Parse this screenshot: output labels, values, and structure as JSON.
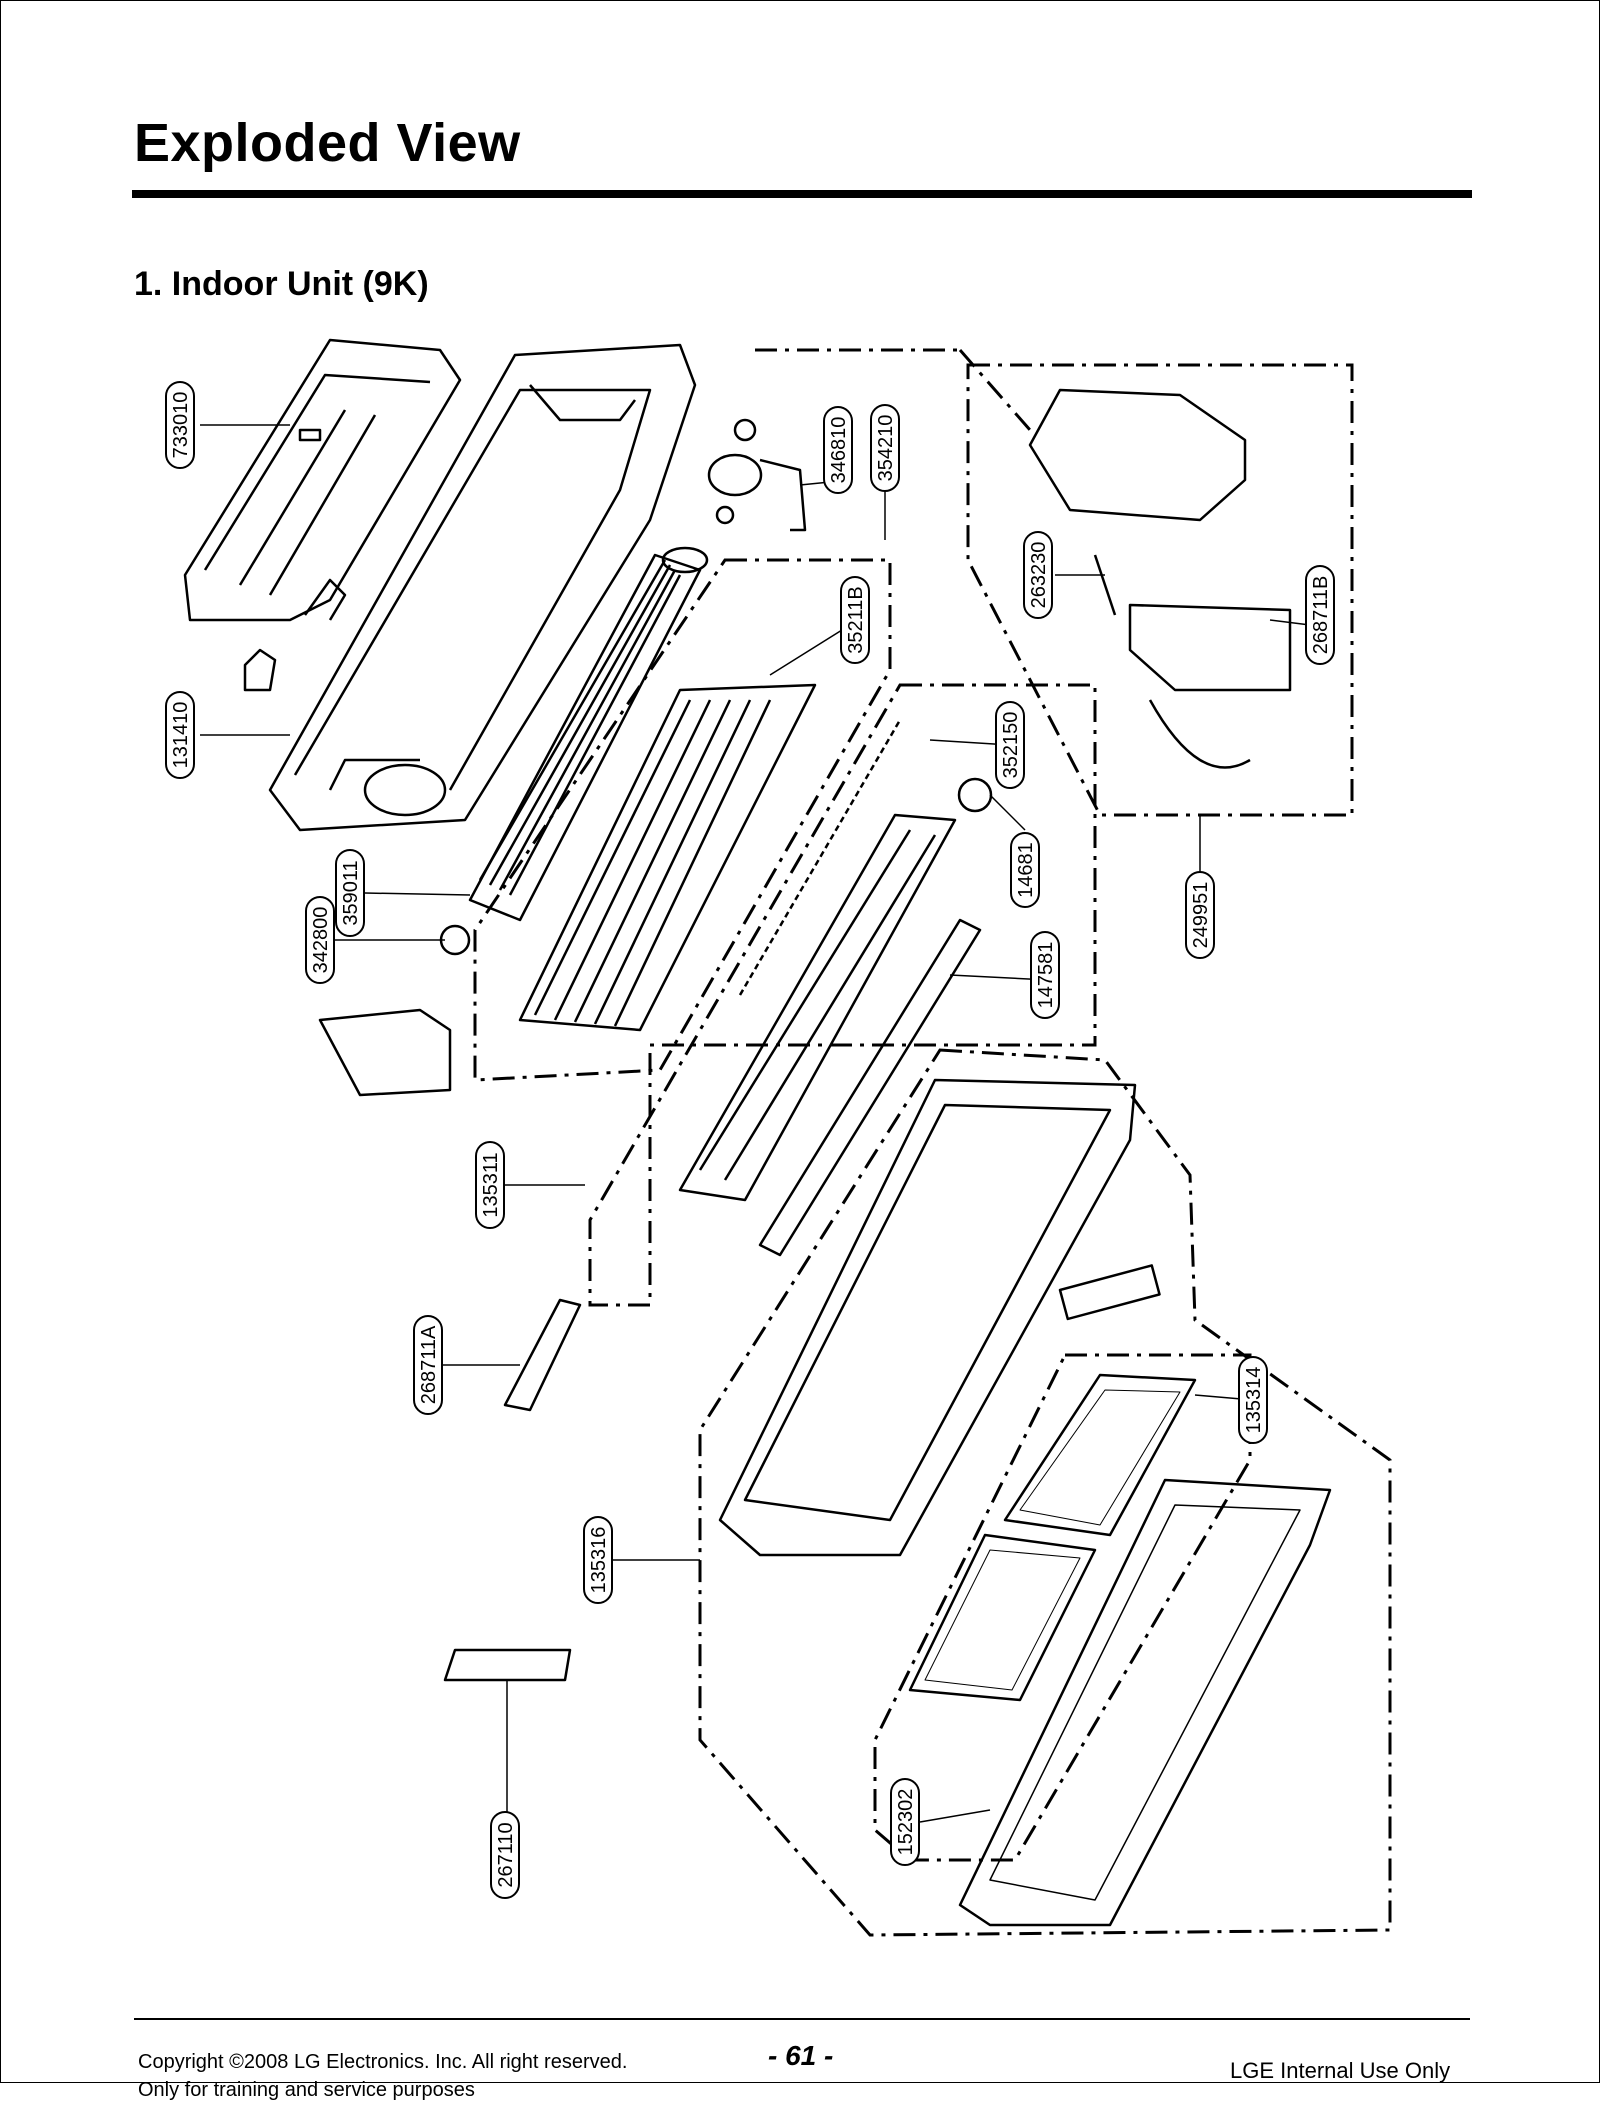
{
  "title": "Exploded View",
  "section": "1. Indoor Unit (9K)",
  "parts": [
    "733010",
    "131410",
    "359011",
    "342800",
    "346810",
    "354210",
    "35211B",
    "352150",
    "14681",
    "147581",
    "135311",
    "268711A",
    "135316",
    "267110",
    "135314",
    "152302",
    "249951",
    "263230",
    "268711B"
  ],
  "footer": {
    "copyright": "Copyright ©2008 LG Electronics. Inc. All right reserved.",
    "training": "Only for training and service purposes",
    "page": "- 61 -",
    "internal": "LGE Internal Use Only"
  }
}
